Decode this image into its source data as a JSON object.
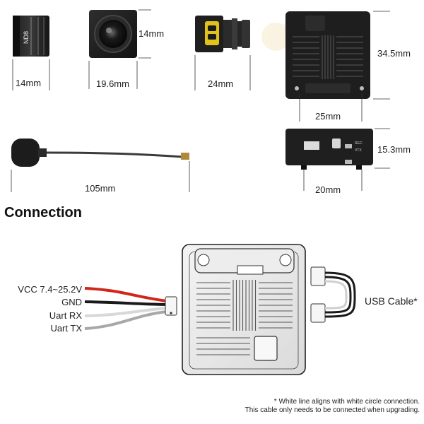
{
  "dimensions": {
    "nd8_width": "14mm",
    "camera_width": "19.6mm",
    "camera_height": "14mm",
    "camera_depth": "24mm",
    "vtx_height": "34.5mm",
    "vtx_width": "25mm",
    "vtx_thickness": "15.3mm",
    "vtx_depth": "20mm",
    "antenna_length": "105mm"
  },
  "filter_label": "ND8",
  "side_labels": {
    "rec": "REC",
    "vtx": "VTX"
  },
  "heading": "Connection",
  "wires": [
    {
      "label": "VCC 7.4~25.2V",
      "color": "#d2261b"
    },
    {
      "label": "GND",
      "color": "#1a1a1a"
    },
    {
      "label": "Uart RX",
      "color": "#d8d8d8"
    },
    {
      "label": "Uart TX",
      "color": "#a8a8a8"
    }
  ],
  "usb_label": "USB Cable*",
  "notes": {
    "line1": "* White line aligns with white circle connection.",
    "line2": "This cable only needs to be connected when upgrading."
  }
}
